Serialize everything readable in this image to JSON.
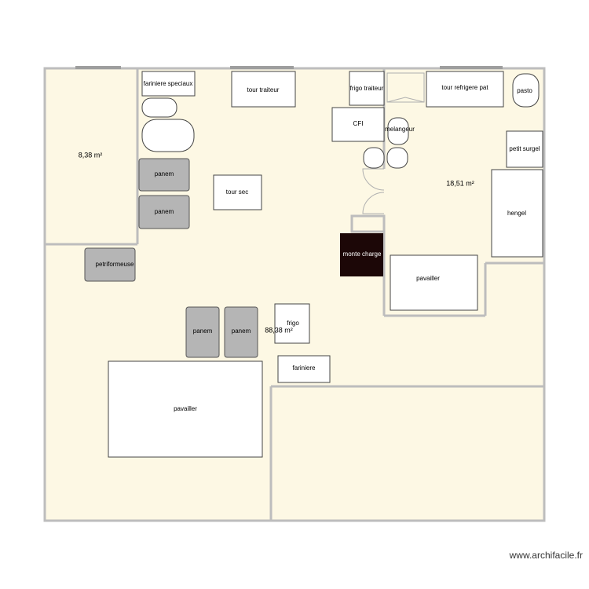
{
  "rooms": {
    "area_left": "8,38 m²",
    "area_right": "18,51 m²",
    "area_main": "88,38 m²"
  },
  "furniture": {
    "fariniere_speciaux": "fariniere speciaux",
    "tour_traiteur": "tour traiteur",
    "frigo_traiteur": "frigo traiteur",
    "tour_refrigere_pat": "tour refrigere pat",
    "pasto": "pasto",
    "cfi": "CFI",
    "melangeur": "melangeur",
    "petit_surgel": "petit surgel",
    "panem_1": "panem",
    "panem_2": "panem",
    "tour_sec": "tour sec",
    "hengel": "hengel",
    "petriformeuse": "petriformeuse",
    "monte_charge": "monte charge",
    "pavailler_right": "pavailler",
    "panem_3": "panem",
    "panem_4": "panem",
    "frigo": "frigo",
    "fariniere": "fariniere",
    "pavailler_big": "pavailler"
  },
  "watermark": "www.archifacile.fr",
  "colors": {
    "floor": "#fdf8e4",
    "wall": "#bdbdbd",
    "panem": "#b5b5b5",
    "monte_charge": "#1c0707"
  }
}
